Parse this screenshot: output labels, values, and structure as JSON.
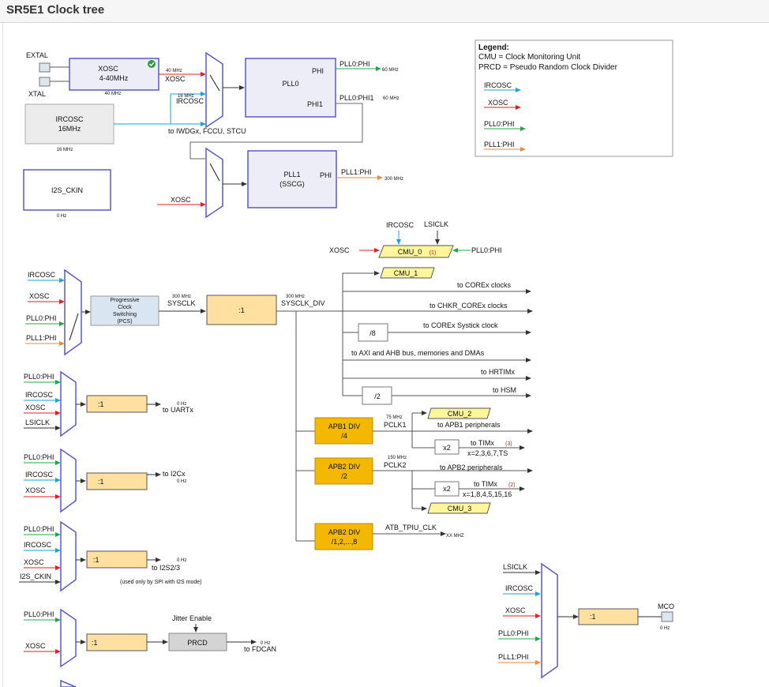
{
  "title": "SR5E1 Clock tree",
  "legend": {
    "heading": "Legend:",
    "line1": "CMU = Clock Monitoring Unit",
    "line2": "PRCD = Pseudo Random Clock Divider",
    "items": [
      "IRCOSC",
      "XOSC",
      "PLL0:PHI",
      "PLL1:PHI"
    ]
  },
  "colors": {
    "irc": "#1aa3d8",
    "xosc": "#e02020",
    "pll0": "#1ea84a",
    "pll1": "#f08a30",
    "block_blue": "#5a5ac8",
    "yellow": "#fff59a",
    "orange": "#f5b800",
    "light_orange": "#ffe0a0",
    "pcs_fill": "#d9e6f2"
  },
  "top": {
    "extal": "EXTAL",
    "xtal": "XTAL",
    "xosc_name": "XOSC",
    "xosc_range": "4-40MHz",
    "xosc_freq": "40 MHz",
    "mux_in_freq": "40 MHz",
    "mux_in_xosc": "XOSC",
    "ircosc_freq": "16 MHz",
    "ircosc_label": "IRCOSC",
    "irc_name": "IRCOSC",
    "irc_mhz": "16MHz",
    "irc_freq": "16 MHz",
    "to_iwdg": "to IWDGx, FCCU, STCU",
    "pll0": "PLL0",
    "phi": "PHI",
    "phi1": "PHI1",
    "pll0_phi": "PLL0:PHI",
    "pll0_phi_freq": "60 MHz",
    "pll0_phi1": "PLL0:PHI1",
    "pll0_phi1_freq": "60 MHz",
    "i2s_ckin": "I2S_CKIN",
    "i2s_freq": "0 Hz",
    "pll1_name": "PLL1",
    "pll1_sub": "(SSCG)",
    "pll1_phi_port": "PHI",
    "pll1_phi": "PLL1:PHI",
    "pll1_freq": "300 MHz",
    "xosc2": "XOSC"
  },
  "cmu": {
    "ircosc": "IRCOSC",
    "lsiclk": "LSICLK",
    "xosc": "XOSC",
    "cmu0": "CMU_0",
    "cmu0_note": "(1)",
    "pll0phi": "PLL0:PHI",
    "cmu1": "CMU_1"
  },
  "sys": {
    "ins": [
      "IRCOSC",
      "XOSC",
      "PLL0:PHI",
      "PLL1:PHI"
    ],
    "pcs_l1": "Progressive",
    "pcs_l2": "Clock",
    "pcs_l3": "Switching",
    "pcs_l4": "(PCS)",
    "sysclk_freq": "300 MHz",
    "sysclk": "SYSCLK",
    "div": ":1",
    "div_freq": "300 MHz",
    "sysclk_div": "SYSCLK_DIV",
    "to_corex": "to COREx clocks",
    "to_chkr": "to CHKR_COREx clocks",
    "div8": "/8",
    "to_systick": "to COREx Systick clock",
    "to_axi": "to AXI and AHB bus, memories and DMAs",
    "to_hrtim": "to HRTIMx",
    "div2": "/2",
    "to_hsm": "to HSM"
  },
  "apb": {
    "apb1": "APB1 DIV",
    "apb1_div": "/4",
    "pclk1_freq": "75 MHz",
    "pclk1": "PCLK1",
    "cmu2": "CMU_2",
    "to_apb1": "to APB1 peripherals",
    "x2a": "x2",
    "to_tim1": "to TIMx",
    "tim1_note": "(3)",
    "tim1_x": "x=2,3,6,7,TS",
    "apb2": "APB2 DIV",
    "apb2_div": "/2",
    "pclk2_freq": "150 MHz",
    "pclk2": "PCLK2",
    "to_apb2": "to APB2 peripherals",
    "x2b": "x2",
    "to_tim2": "to TIMx",
    "tim2_note": "(2)",
    "tim2_x": "x=1,8,4,5,15,16",
    "cmu3": "CMU_3",
    "apb2b": "APB2 DIV",
    "apb2b_div": "/1,2,...,8",
    "atb": "ATB_TPIU_CLK",
    "atb_freq": "XX MHZ"
  },
  "uart": {
    "ins": [
      "PLL0:PHI",
      "IRCOSC",
      "XOSC",
      "LSICLK"
    ],
    "div": ":1",
    "freq": "0 Hz",
    "to": "to UARTx"
  },
  "i2c": {
    "ins": [
      "PLL0:PHI",
      "IRCOSC",
      "XOSC"
    ],
    "div": ":1",
    "to": "to I2Cx",
    "freq": "0 Hz"
  },
  "i2s": {
    "ins": [
      "PLL0:PHI",
      "IRCOSC",
      "XOSC",
      "I2S_CKIN"
    ],
    "div": ":1",
    "freq": "0 Hz",
    "to": "to I2S2/3",
    "note": "(used only by SPI with I2S mode)"
  },
  "fdcan": {
    "ins": [
      "PLL0:PHI",
      "XOSC"
    ],
    "div": ":1",
    "jitter": "Jitter Enable",
    "prcd": "PRCD",
    "freq": "0 Hz",
    "to": "to FDCAN"
  },
  "mco": {
    "ins": [
      "LSICLK",
      "IRCOSC",
      "XOSC",
      "PLL0:PHI",
      "PLL1:PHI"
    ],
    "div": ":1",
    "label": "MCO",
    "freq": "0 Hz"
  }
}
